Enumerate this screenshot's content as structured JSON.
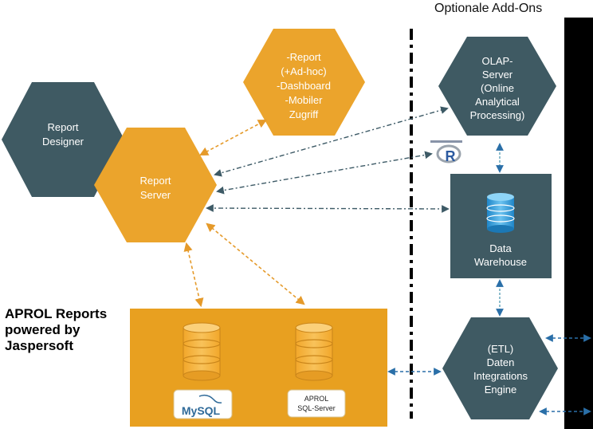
{
  "header": {
    "addons_title": "Optionale Add-Ons"
  },
  "branding": {
    "line1": "APROL Reports",
    "line2": "powered by",
    "line3": "Jaspersoft"
  },
  "nodes": {
    "report_designer": [
      "Report",
      "Designer"
    ],
    "report_server": [
      "Report",
      "Server"
    ],
    "features": [
      "-Report",
      "(+Ad-hoc)",
      "-Dashboard",
      "-Mobiler",
      "Zugriff"
    ],
    "olap_server": [
      "OLAP-",
      "Server",
      "(Online",
      "Analytical",
      "Processing)"
    ],
    "r_logo": "R",
    "data_warehouse": [
      "Data",
      "Warehouse"
    ],
    "etl_engine": [
      "(ETL)",
      "Daten",
      "Integrations",
      "Engine"
    ],
    "mysql_label": "MySQL",
    "aprol_sql": [
      "APROL",
      "SQL-Server"
    ]
  },
  "colors": {
    "slate": "#3f5a63",
    "orange": "#eba42c",
    "orange_dark": "#e8a020",
    "arrow_orange": "#e59a2a",
    "arrow_slate": "#3d5a66",
    "db_orange": "#f0a82a",
    "mysql_blue": "#2f6a99",
    "mysql_orange": "#e08a1e"
  }
}
